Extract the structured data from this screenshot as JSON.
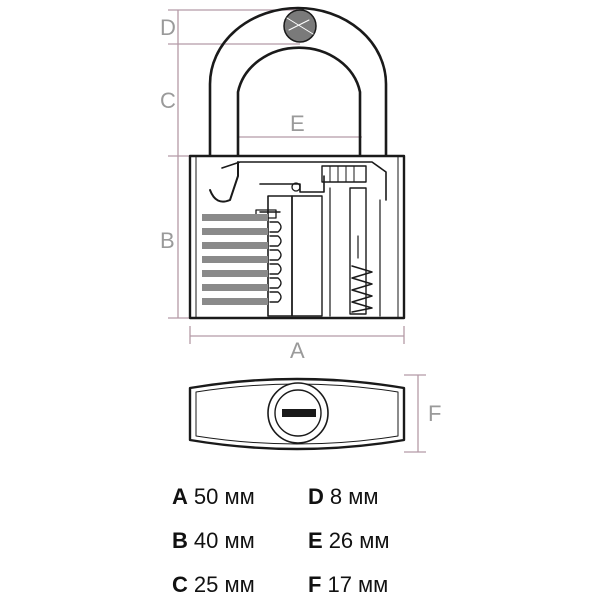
{
  "dimension_labels": {
    "A": "A",
    "B": "B",
    "C": "C",
    "D": "D",
    "E": "E",
    "F": "F"
  },
  "specs": [
    {
      "letter": "A",
      "value": "50 мм"
    },
    {
      "letter": "B",
      "value": "40 мм"
    },
    {
      "letter": "C",
      "value": "25 мм"
    },
    {
      "letter": "D",
      "value": "8 мм"
    },
    {
      "letter": "E",
      "value": "26 мм"
    },
    {
      "letter": "F",
      "value": "17 мм"
    }
  ],
  "colors": {
    "line": "#1a1a1a",
    "dimension": "#b59aa6",
    "label": "#9a9a9a",
    "fill": "#ffffff"
  }
}
